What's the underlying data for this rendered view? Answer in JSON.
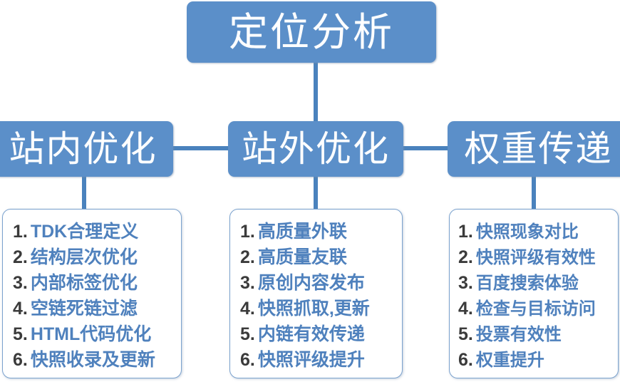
{
  "diagram": {
    "title": "定位分析",
    "colors": {
      "node_fill": "#5b8fc9",
      "node_text": "#ffffff",
      "connector": "#4a82bd",
      "list_border": "#7ba2ce",
      "list_text": "#4f81bd",
      "list_number": "#3b3b3b",
      "background": "#ffffff"
    },
    "root": {
      "label": "定位分析"
    },
    "branches": [
      {
        "label": "站内优化",
        "items": [
          {
            "num": "1.",
            "text": "TDK合理定义"
          },
          {
            "num": "2.",
            "text": "结构层次优化"
          },
          {
            "num": "3.",
            "text": "内部标签优化"
          },
          {
            "num": "4.",
            "text": "空链死链过滤"
          },
          {
            "num": "5.",
            "text": "HTML代码优化"
          },
          {
            "num": "6.",
            "text": "快照收录及更新"
          }
        ]
      },
      {
        "label": "站外优化",
        "items": [
          {
            "num": "1.",
            "text": "高质量外联"
          },
          {
            "num": "2.",
            "text": "高质量友联"
          },
          {
            "num": "3.",
            "text": "原创内容发布"
          },
          {
            "num": "4.",
            "text": "快照抓取,更新"
          },
          {
            "num": "5.",
            "text": "内链有效传递"
          },
          {
            "num": "6.",
            "text": "快照评级提升"
          }
        ]
      },
      {
        "label": "权重传递",
        "items": [
          {
            "num": "1.",
            "text": "快照现象对比"
          },
          {
            "num": "2.",
            "text": "快照评级有效性"
          },
          {
            "num": "3.",
            "text": "百度搜索体验"
          },
          {
            "num": "4.",
            "text": "检查与目标访问"
          },
          {
            "num": "5.",
            "text": "投票有效性"
          },
          {
            "num": "6.",
            "text": "权重提升"
          }
        ]
      }
    ]
  }
}
